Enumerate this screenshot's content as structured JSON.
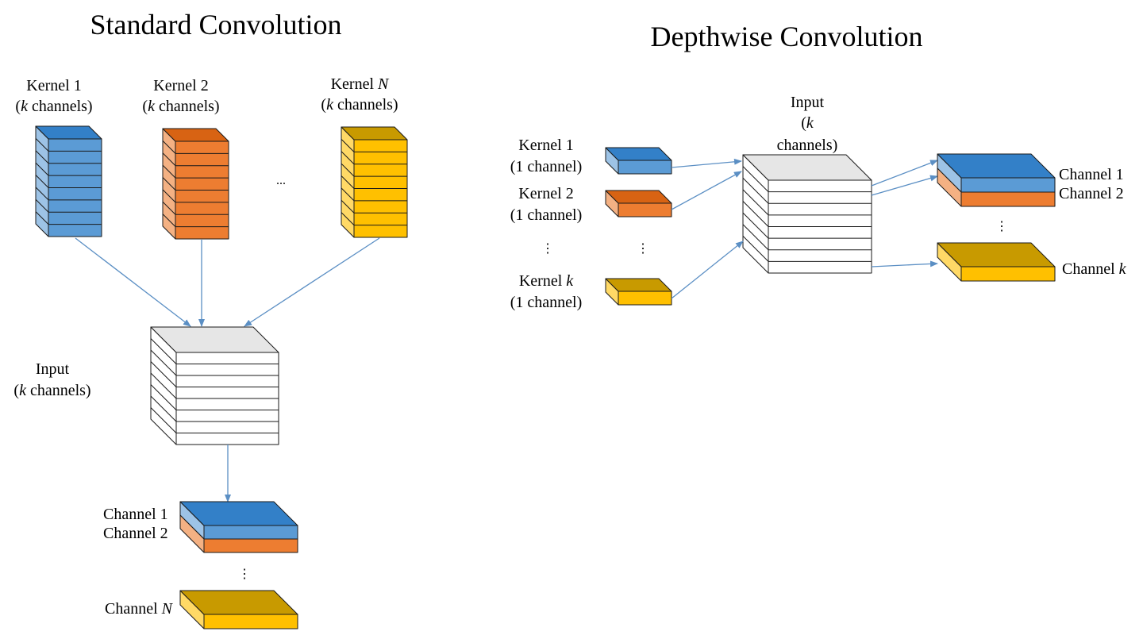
{
  "colors": {
    "blue": {
      "top": "#3380c8",
      "front": "#5b9bd5",
      "side": "#9dc3e6"
    },
    "orange": {
      "top": "#d86313",
      "front": "#ed7d31",
      "side": "#f4b183"
    },
    "gold": {
      "top": "#c89a00",
      "front": "#ffc000",
      "side": "#ffd966"
    },
    "input": {
      "top": "#e6e6e6",
      "front": "#ffffff",
      "side": "#ffffff"
    },
    "arrow": "#5b8fc4"
  },
  "standard": {
    "title": "Standard Convolution",
    "kernels": [
      {
        "line1": "Kernel 1",
        "line2": "(k channels)"
      },
      {
        "line1": "Kernel 2",
        "line2": "(k channels)"
      },
      {
        "line1": "Kernel N",
        "line2": "(k channels)"
      }
    ],
    "kernel_ellipsis": "...",
    "input": {
      "line1": "Input",
      "line2": "(k channels)"
    },
    "outputs": [
      "Channel 1",
      "Channel 2",
      "Channel N"
    ],
    "output_ellipsis": "⋮"
  },
  "depthwise": {
    "title": "Depthwise Convolution",
    "kernels": [
      {
        "line1": "Kernel 1",
        "line2": "(1 channel)"
      },
      {
        "line1": "Kernel 2",
        "line2": "(1 channel)"
      },
      {
        "line1": "Kernel k",
        "line2": "(1 channel)"
      }
    ],
    "kernel_ellipsis": "⋮",
    "input": {
      "line1": "Input",
      "line2": "(k",
      "line3": "channels)"
    },
    "outputs": [
      "Channel 1",
      "Channel 2",
      "Channel k"
    ],
    "output_ellipsis": "⋮"
  }
}
